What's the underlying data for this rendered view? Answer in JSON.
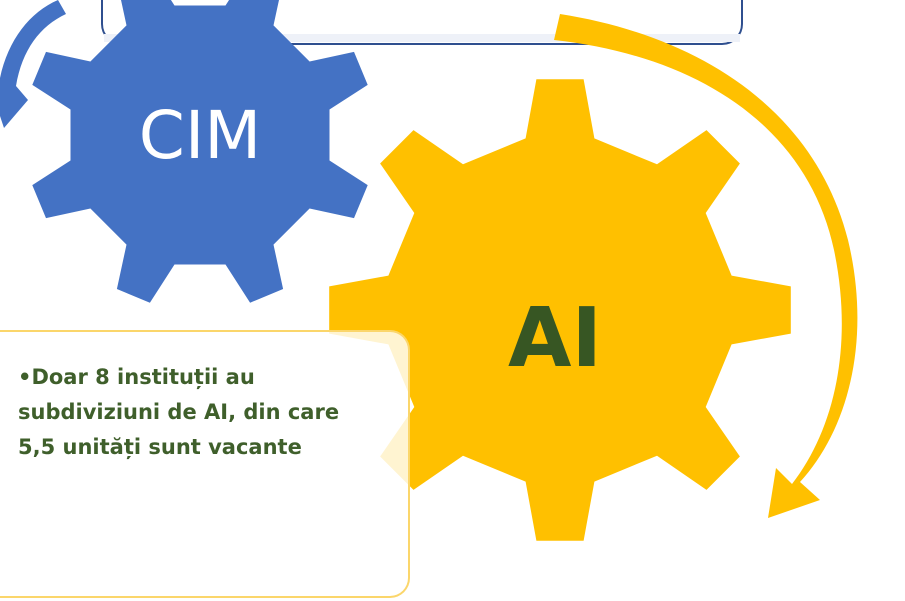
{
  "diagram": {
    "gear_cim": {
      "label": "CIM",
      "color": "#4472c4",
      "label_color": "#ffffff"
    },
    "gear_ai": {
      "label": "AI",
      "color": "#ffc000",
      "label_color": "#375623"
    },
    "cycle_arrows": {
      "blue": "#4472c4",
      "gold": "#ffc000"
    },
    "callout": {
      "bullet": "•",
      "text": "Doar 8 instituții au subdiviziuni de AI, din care 5,5 unități sunt vacante",
      "border_color": "#fbd66b",
      "text_color": "#3f5f2b"
    }
  }
}
